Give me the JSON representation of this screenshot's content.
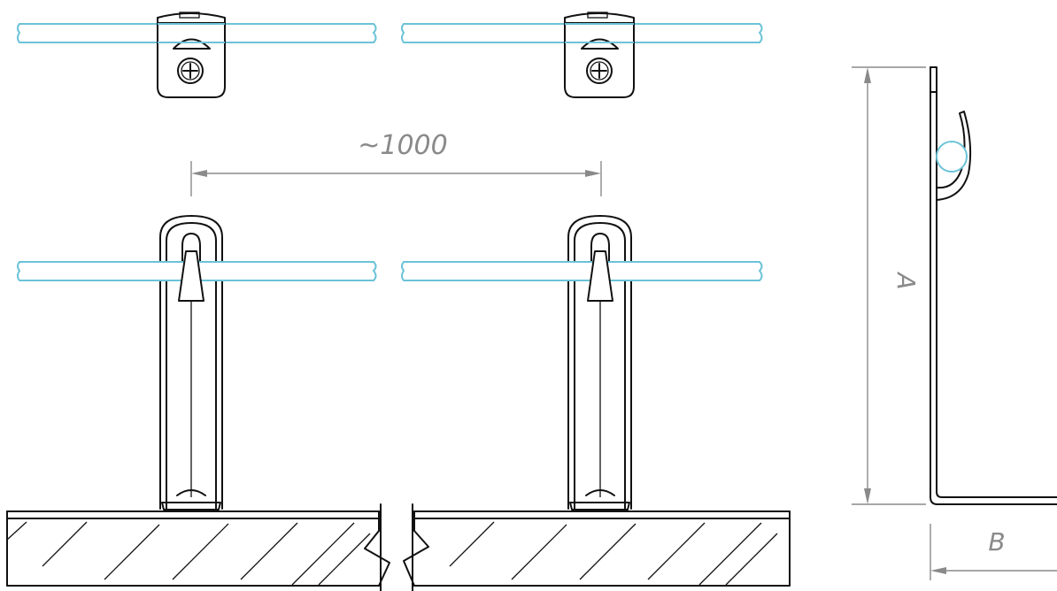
{
  "dimensions": {
    "spacing_label": "~1000",
    "height_label": "A",
    "width_label": "B"
  },
  "colors": {
    "rod": "#6cc3d8",
    "line": "#111111",
    "dimension": "#8a8a8a"
  }
}
